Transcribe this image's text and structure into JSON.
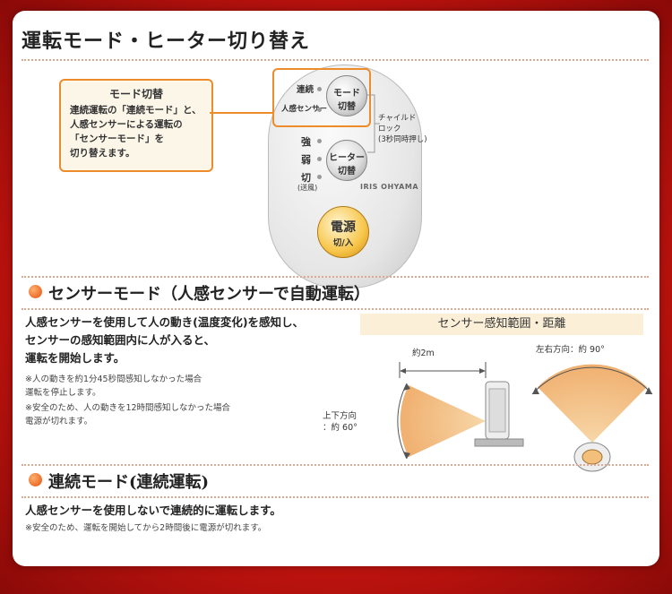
{
  "title": "運転モード・ヒーター切り替え",
  "callout": {
    "title": "モード切替",
    "lines": [
      "連続運転の「連続モード」と、",
      "人感センサーによる運転の",
      "「センサーモード」を",
      "切り替えます。"
    ]
  },
  "remote": {
    "label_continuous": "連続",
    "label_sensor": "人感センサー",
    "mode_button": [
      "モード",
      "切替"
    ],
    "child_lock": [
      "チャイルド",
      "ロック",
      "(3秒同時押し)"
    ],
    "heat_strong": "強",
    "heat_weak": "弱",
    "heat_off": "切",
    "heat_off_sub": "(送風)",
    "heater_button": [
      "ヒーター",
      "切替"
    ],
    "brand": "IRIS OHYAMA",
    "power_button": [
      "電源",
      "切/入"
    ]
  },
  "sensor_section": {
    "heading": "センサーモード（人感センサーで自動運転）",
    "lines": [
      "人感センサーを使用して人の動き(温度変化)を感知し、",
      "センサーの感知範囲内に人が入ると、",
      "運転を開始します。"
    ],
    "notes": [
      [
        "※人の動きを約1分45秒間感知しなかった場合",
        "運転を停止します。"
      ],
      [
        "※安全のため、人の動きを12時間感知しなかった場合",
        "電源が切れます。"
      ]
    ]
  },
  "range": {
    "title": "センサー感知範囲・距離",
    "distance": "約2m",
    "vertical": [
      "上下方向",
      "：約 60°"
    ],
    "horizontal": "左右方向：約 90°"
  },
  "continuous_section": {
    "heading": "連続モード(連続運転)",
    "line": "人感センサーを使用しないで連続的に運転します。",
    "note": "※安全のため、運転を開始してから2時間後に電源が切れます。"
  },
  "colors": {
    "accent": "#ec8c2a",
    "frame": "#b8100f",
    "beam": "#f0b070"
  }
}
